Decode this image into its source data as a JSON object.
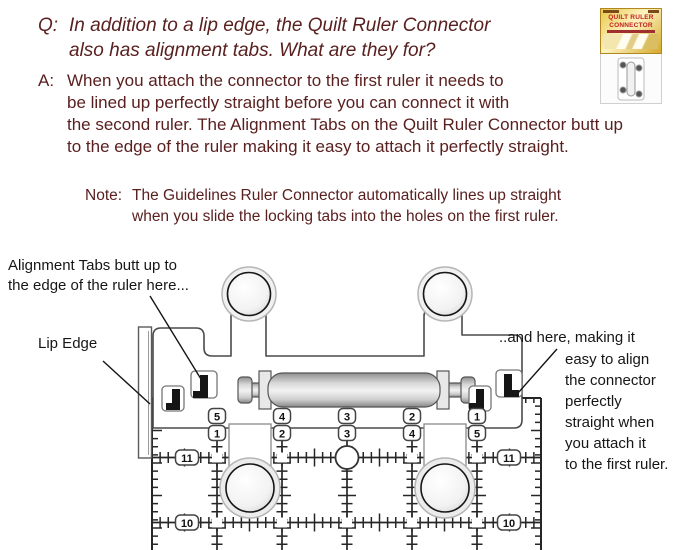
{
  "qa": {
    "q_label": "Q:",
    "q_lines": [
      "In addition to a lip edge, the Quilt Ruler Connector",
      "also has alignment tabs. What are they for?"
    ],
    "a_label": "A:",
    "a_lines": [
      "When you attach the connector to the first ruler it needs to",
      "be lined up perfectly straight before you can connect it with",
      "the second ruler. The Alignment Tabs on the Quilt Ruler Connector butt up",
      "to the edge of the ruler making it easy to attach it perfectly straight."
    ],
    "note_label": "Note:",
    "note_lines": [
      "The Guidelines Ruler Connector automatically lines up straight",
      "when you slide the locking tabs into the holes on the first ruler."
    ]
  },
  "annotations": {
    "left_tabs_lines": [
      "Alignment Tabs butt up to",
      "the edge of the ruler here..."
    ],
    "lip_edge": "Lip Edge",
    "right_tabs_first_line": "..and here, making it",
    "right_tabs_rest_lines": [
      "easy to align",
      "the connector",
      "perfectly",
      "straight when",
      "you attach it",
      "to the first ruler."
    ]
  },
  "diagram": {
    "ruler_numbers": {
      "upper": [
        "5",
        "4",
        "3",
        "2",
        "1"
      ],
      "lower": [
        "1",
        "2",
        "3",
        "4",
        "5"
      ],
      "left_side": [
        "11",
        "10"
      ],
      "right_side": [
        "11",
        "10"
      ]
    }
  },
  "product": {
    "title_line1": "QUILT RULER",
    "title_line2": "CONNECTOR"
  },
  "colors": {
    "text_maroon": "#5a2020",
    "text_black": "#161616",
    "package_gold": "#e8c84a",
    "package_red": "#c02020",
    "ruler_ink": "#262626"
  }
}
